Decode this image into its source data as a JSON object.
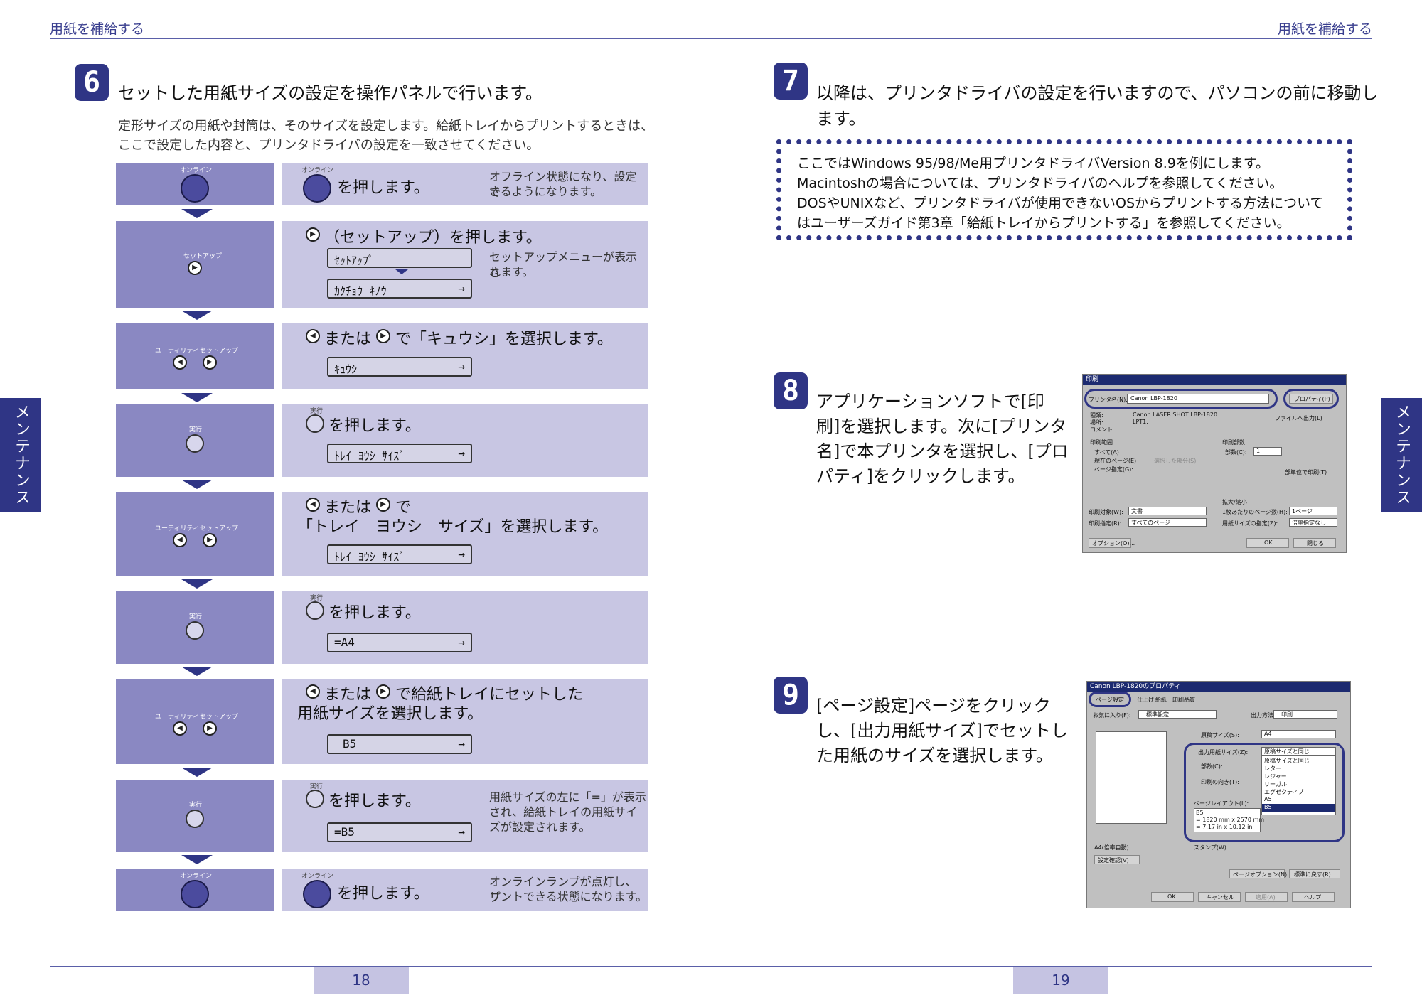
{
  "header": {
    "left_title": "用紙を補給する",
    "right_title": "用紙を補給する"
  },
  "side_tab": {
    "left": "メンテナンス",
    "right": "メンテナンス"
  },
  "page_numbers": {
    "left": "18",
    "right": "19"
  },
  "step6": {
    "number": "6",
    "title": "セットした用紙サイズの設定を操作パネルで行います。",
    "desc1": "定形サイズの用紙や封筒は、そのサイズを設定します。給紙トレイからプリントするときは、",
    "desc2": "ここで設定した内容と、プリンタドライバの設定を一致させてください。",
    "panel_labels": {
      "online": "オンライン",
      "setup": "セットアップ",
      "utility": "ユーティリティ",
      "exec": "実行"
    },
    "rows": [
      {
        "text": "を押します。",
        "note1": "オフライン状態になり、設定で",
        "note2": "きるようになります。"
      },
      {
        "text": "（セットアップ）を押します。",
        "lcd1": "ｾｯﾄｱｯﾌﾟ",
        "lcd2": "ｶｸﾁｮｳ ｷﾉｳ",
        "note1": "セットアップメニューが表示さ",
        "note2": "れます。"
      },
      {
        "text1": "または",
        "text2": "で「キュウシ」を選択します。",
        "lcd1": "ｷｭｳｼ"
      },
      {
        "text": "を押します。",
        "lcd1": "ﾄﾚｲ ﾖｳｼ ｻｲｽﾞ"
      },
      {
        "text1": "または",
        "text2": "で",
        "text3": "「トレイ　ヨウシ　サイズ」を選択します。",
        "lcd1": "ﾄﾚｲ ﾖｳｼ ｻｲｽﾞ"
      },
      {
        "text": "を押します。",
        "lcd1": "=A4"
      },
      {
        "text1": "または",
        "text2": "で給紙トレイにセットした",
        "text3": "用紙サイズを選択します。",
        "lcd1": "B5"
      },
      {
        "text": "を押します。",
        "lcd1": "=B5",
        "note1": "用紙サイズの左に「=」が表示",
        "note2": "され、給紙トレイの用紙サイ",
        "note3": "ズが設定されます。"
      },
      {
        "text": "を押します。",
        "note1": "オンラインランプが点灯し、プ",
        "note2": "リントできる状態になります。"
      }
    ],
    "arrow_glyph": "→"
  },
  "step7": {
    "number": "7",
    "title1": "以降は、プリンタドライバの設定を行いますので、パソコンの前に移動し",
    "title2": "ます。",
    "note1": "ここではWindows 95/98/Me用プリンタドライバVersion 8.9を例にします。",
    "note2": "Macintoshの場合については、プリンタドライバのヘルプを参照してください。",
    "note3": "DOSやUNIXなど、プリンタドライバが使用できないOSからプリントする方法について",
    "note4": "はユーザーズガイド第3章「給紙トレイからプリントする」を参照してください。"
  },
  "step8": {
    "number": "8",
    "title1": "アプリケーションソフトで[印",
    "title2": "刷]を選択します。次に[プリンタ",
    "title3": "名]で本プリンタを選択し、[プロ",
    "title4": "パティ]をクリックします。",
    "dialog": {
      "title": "印刷",
      "printer_label": "プリンタ名(N):",
      "printer_value": "Canon LBP-1820",
      "properties": "プロパティ(P)",
      "type_label": "種類:",
      "type_value": "Canon LASER SHOT LBP-1820",
      "port_label": "場所:",
      "port_value": "LPT1:",
      "comment_label": "コメント:",
      "print_to_file": "ファイルへ出力(L)",
      "range": "印刷範囲",
      "all": "すべて(A)",
      "current": "現在のページ(E)",
      "selection": "選択した部分(S)",
      "pages": "ページ指定(G):",
      "copies": "印刷部数",
      "copies_label": "部数(C):",
      "copies_value": "1",
      "collate": "部単位で印刷(T)",
      "what_label": "印刷対象(W):",
      "what_value": "文書",
      "print_label": "印刷指定(R):",
      "print_value": "すべてのページ",
      "zoom": "拡大/縮小",
      "pps_label": "1枚あたりのページ数(H):",
      "pps_value": "1ページ",
      "scale_label": "用紙サイズの指定(Z):",
      "scale_value": "倍率指定なし",
      "options": "オプション(O)...",
      "ok": "OK",
      "close": "閉じる"
    }
  },
  "step9": {
    "number": "9",
    "title1": "[ページ設定]ページをクリック",
    "title2": "し、[出力用紙サイズ]でセットし",
    "title3": "た用紙のサイズを選択します。",
    "dialog": {
      "title": "Canon LBP-1820のプロパティ",
      "tab1": "ページ設定",
      "tab2": "仕上げ",
      "tab3": "給紙",
      "tab4": "印刷品質",
      "fav_label": "お気に入り(F):",
      "fav_value": "標準設定",
      "output_label": "出力方法(M):",
      "output_value": "印刷",
      "paper_label": "原稿サイズ(S):",
      "paper_value": "A4",
      "out_label": "出力用紙サイズ(Z):",
      "out_value": "原稿サイズと同じ",
      "list": [
        "原稿サイズと同じ",
        "レター",
        "レジャー",
        "リーガル",
        "エグゼクティブ",
        "A5",
        "B5"
      ],
      "copies_label": "部数(C):",
      "orient_label": "印刷の向き(T):",
      "layout_label": "ページレイアウト(L):",
      "b5_line1": "B5",
      "b5_line2": "= 1820 mm x 2570 mm",
      "b5_line3": "= 7.17 in x 10.12 in",
      "preview_label": "A4(倍率自動)",
      "stamp": "スタンプ(W):",
      "confirm": "設定確認(V)",
      "ok": "OK",
      "cancel": "キャンセル",
      "apply": "適用(A)",
      "help": "ヘルプ",
      "page_opt": "ページオプション(N)...",
      "default": "標準に戻す(R)"
    }
  }
}
